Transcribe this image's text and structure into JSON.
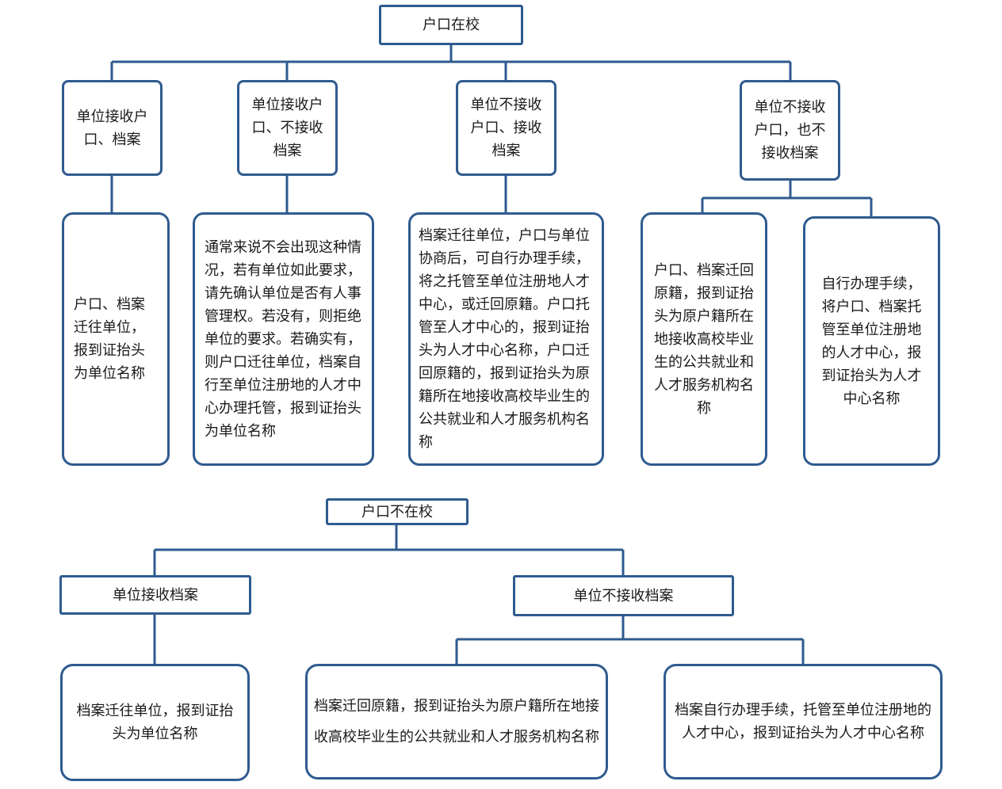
{
  "section1": {
    "root": "户口在校",
    "cases": [
      "单位接收户口、档案",
      "单位接收户口、不接收档案",
      "单位不接收户口、接收档案",
      "单位不接收户口，也不接收档案"
    ],
    "results": [
      "户口、档案迁往单位，报到证抬头为单位名称",
      "通常来说不会出现这种情况，若有单位如此要求，请先确认单位是否有人事管理权。若没有，则拒绝单位的要求。若确实有，则户口迁往单位，档案自行至单位注册地的人才中心办理托管，报到证抬头为单位名称",
      "档案迁往单位，户口与单位协商后，可自行办理手续，将之托管至单位注册地人才中心，或迁回原籍。户口托管至人才中心的，报到证抬头为人才中心名称，户口迁回原籍的，报到证抬头为原籍所在地接收高校毕业生的公共就业和人才服务机构名称",
      "户口、档案迁回原籍，报到证抬头为原户籍所在地接收高校毕业生的公共就业和人才服务机构名称",
      "自行办理手续，将户口、档案托管至单位注册地的人才中心，报到证抬头为人才中心名称"
    ]
  },
  "section2": {
    "root": "户口不在校",
    "cases": [
      "单位接收档案",
      "单位不接收档案"
    ],
    "results": [
      "档案迁往单位，报到证抬头为单位名称",
      "档案迁回原籍，报到证抬头为原户籍所在地接收高校毕业生的公共就业和人才服务机构名称",
      "档案自行办理手续，托管至单位注册地的人才中心，报到证抬头为人才中心名称"
    ]
  },
  "colors": {
    "border": "#2f5b8f",
    "line": "#2f5b8f"
  }
}
